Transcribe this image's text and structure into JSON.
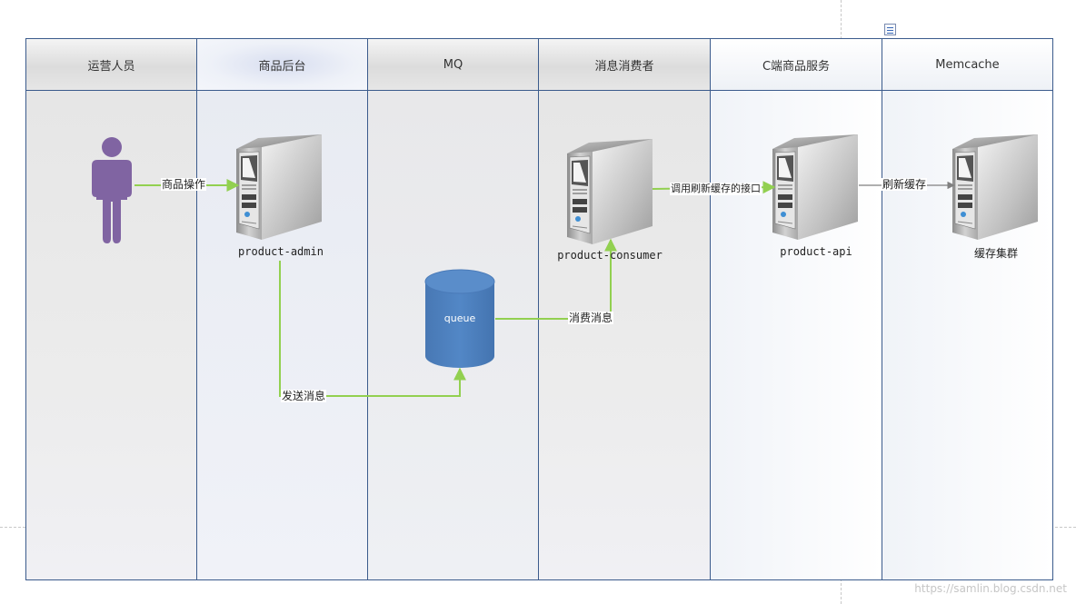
{
  "lanes": [
    {
      "title": "运营人员"
    },
    {
      "title": "商品后台"
    },
    {
      "title": "MQ"
    },
    {
      "title": "消息消费者"
    },
    {
      "title": "C端商品服务"
    },
    {
      "title": "Memcache"
    }
  ],
  "nodes": {
    "operator": {
      "icon": "person-icon"
    },
    "admin": {
      "label": "product-admin",
      "icon": "server-icon"
    },
    "queue": {
      "label": "queue",
      "icon": "database-cylinder-icon",
      "color": "#4f81bd"
    },
    "consumer": {
      "label": "product-consumer",
      "icon": "server-icon"
    },
    "api": {
      "label": "product-api",
      "icon": "server-icon"
    },
    "cache": {
      "label": "缓存集群",
      "icon": "server-icon"
    }
  },
  "edges": [
    {
      "from": "operator",
      "to": "admin",
      "label": "商品操作",
      "color": "#92d050"
    },
    {
      "from": "admin",
      "to": "queue",
      "label": "发送消息",
      "color": "#92d050"
    },
    {
      "from": "queue",
      "to": "consumer",
      "label": "消费消息",
      "color": "#92d050"
    },
    {
      "from": "consumer",
      "to": "api",
      "label": "调用刷新缓存的接口",
      "color": "#92d050"
    },
    {
      "from": "api",
      "to": "cache",
      "label": "刷新缓存",
      "color": "#808080"
    }
  ],
  "colors": {
    "lane_border": "#3b5b8c",
    "person": "#8064a2",
    "queue": "#4f81bd",
    "arrow_green": "#92d050",
    "arrow_gray": "#808080"
  },
  "watermark": "https://samlin.blog.csdn.net"
}
